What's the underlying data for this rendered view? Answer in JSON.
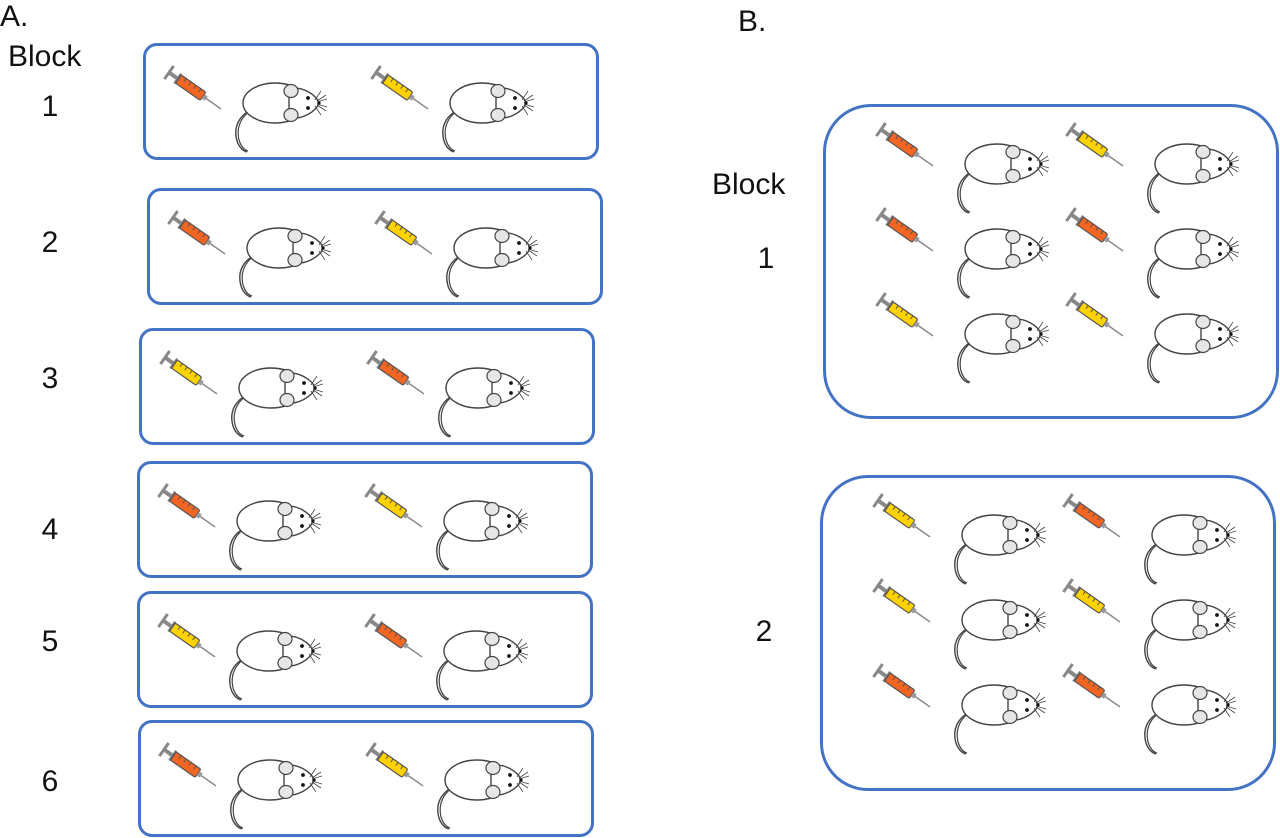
{
  "panel_a": {
    "label": "A.",
    "block_header": "Block",
    "blocks": [
      {
        "number": "1",
        "syringes": [
          "orange",
          "yellow"
        ]
      },
      {
        "number": "2",
        "syringes": [
          "orange",
          "yellow"
        ]
      },
      {
        "number": "3",
        "syringes": [
          "yellow",
          "orange"
        ]
      },
      {
        "number": "4",
        "syringes": [
          "orange",
          "yellow"
        ]
      },
      {
        "number": "5",
        "syringes": [
          "yellow",
          "orange"
        ]
      },
      {
        "number": "6",
        "syringes": [
          "orange",
          "yellow"
        ]
      }
    ]
  },
  "panel_b": {
    "label": "B.",
    "block_header": "Block",
    "blocks": [
      {
        "number": "1",
        "syringes": [
          "orange",
          "yellow",
          "orange",
          "orange",
          "yellow",
          "yellow"
        ]
      },
      {
        "number": "2",
        "syringes": [
          "yellow",
          "orange",
          "yellow",
          "yellow",
          "orange",
          "orange"
        ]
      }
    ]
  },
  "colors": {
    "box_border": "#4472c4",
    "syringe_orange": "#f26522",
    "syringe_yellow": "#ffd200",
    "mouse_fill": "#ffffff",
    "mouse_stroke": "#444444"
  },
  "icons": {
    "syringe": "syringe-icon",
    "mouse": "mouse-icon"
  }
}
